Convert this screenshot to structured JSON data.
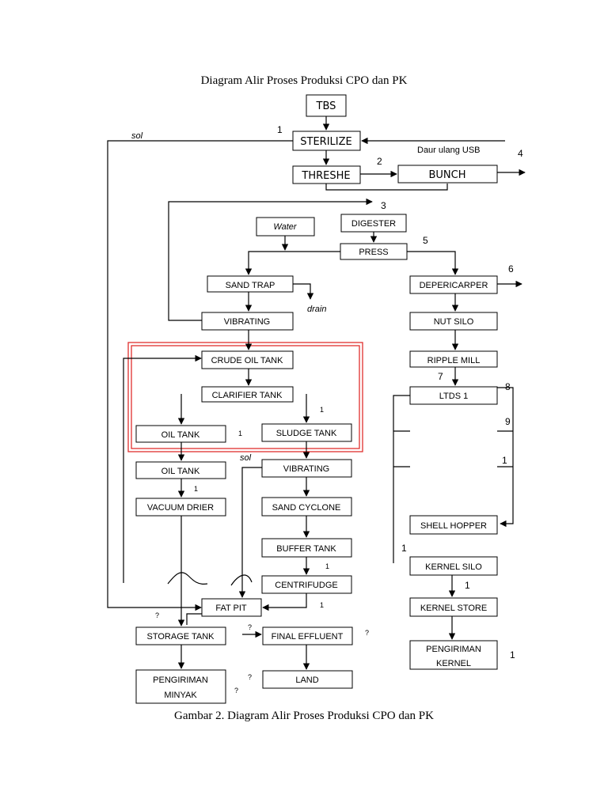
{
  "title": "Diagram Alir Proses Produksi CPO dan PK",
  "caption": "Gambar 2. Diagram Alir Proses Produksi CPO dan PK",
  "highlight_color": "#e0302e",
  "nodes": {
    "tbs": "TBS",
    "sterilize": "STERILIZE",
    "threshe": "THRESHE",
    "bunch": "BUNCH",
    "water": "Water",
    "digester": "DIGESTER",
    "press": "PRESS",
    "sand_trap": "SAND TRAP",
    "vibrating_1": "VIBRATING",
    "depericarper": "DEPERICARPER",
    "nut_silo": "NUT SILO",
    "crude_oil_tank": "CRUDE OIL TANK",
    "ripple_mill": "RIPPLE MILL",
    "clarifier_tank": "CLARIFIER TANK",
    "ltds_1": "LTDS 1",
    "oil_tank_1": "OIL TANK",
    "sludge_tank": "SLUDGE TANK",
    "oil_tank_2": "OIL TANK",
    "vibrating_2": "VIBRATING",
    "vacuum_drier": "VACUUM DRIER",
    "sand_cyclone": "SAND CYCLONE",
    "shell_hopper": "SHELL HOPPER",
    "buffer_tank": "BUFFER TANK",
    "kernel_silo": "KERNEL SILO",
    "centrifudge": "CENTRIFUDGE",
    "fat_pit": "FAT PIT",
    "kernel_store": "KERNEL STORE",
    "storage_tank": "STORAGE TANK",
    "final_effluent": "FINAL EFFLUENT",
    "pengiriman_kernel_line1": "PENGIRIMAN",
    "pengiriman_kernel_line2": "KERNEL",
    "pengiriman_minyak_line1": "PENGIRIMAN",
    "pengiriman_minyak_line2": "MINYAK",
    "land": "LAND"
  },
  "annotations": {
    "sol_1": "sol",
    "sol_2": "sol",
    "daur_ulang": "Daur ulang USB",
    "drain": "drain"
  },
  "numbers": {
    "n1_sterilize": "1",
    "n2": "2",
    "n3": "3",
    "n4": "4",
    "n5": "5",
    "n6": "6",
    "n7": "7",
    "n8": "8",
    "n9": "9",
    "n1_right": "1",
    "n1_left": "1",
    "n1_silo": "1",
    "n1_kernel": "1",
    "n1_sludge": "1",
    "n1_oiltank": "1",
    "n1_vacuum": "1",
    "n1_buffer": "1",
    "n1_centri": "1",
    "q_fatpit": "?",
    "q_storage": "?",
    "q_effluent": "?",
    "q_land": "?",
    "q_minyak": "?"
  }
}
